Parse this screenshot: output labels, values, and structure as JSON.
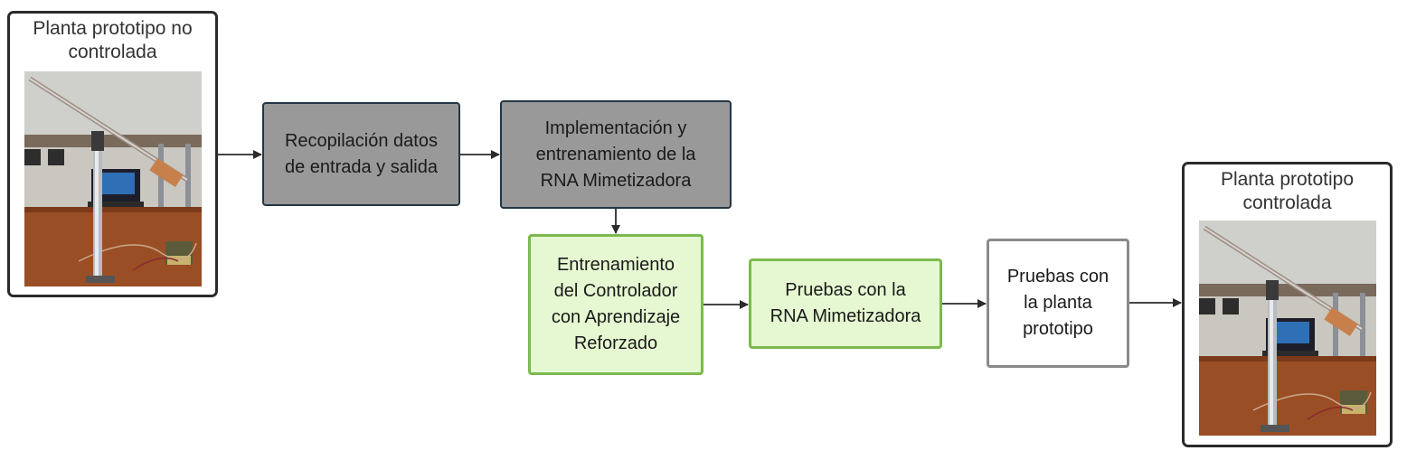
{
  "diagram": {
    "input_plant": {
      "title": "Planta prototipo no\ncontrolada",
      "photo": "prototype-plant-photo"
    },
    "output_plant": {
      "title": "Planta prototipo\ncontrolada",
      "photo": "prototype-plant-photo"
    },
    "steps": {
      "data_collection": "Recopilación datos\nde entrada y salida",
      "mimic_training": "Implementación y\nentrenamiento de la\nRNA Mimetizadora",
      "rl_training": "Entrenamiento\ndel Controlador\ncon Aprendizaje\nReforzado",
      "mimic_tests": "Pruebas con la\nRNA Mimetizadora",
      "plant_tests": "Pruebas con\nla planta\nprototipo"
    },
    "colors": {
      "gray_box": "#999999",
      "green_box": "#e6f8d1",
      "green_border": "#7cb94e",
      "dark_border": "#233645",
      "arrow": "#2b2b2b"
    }
  }
}
